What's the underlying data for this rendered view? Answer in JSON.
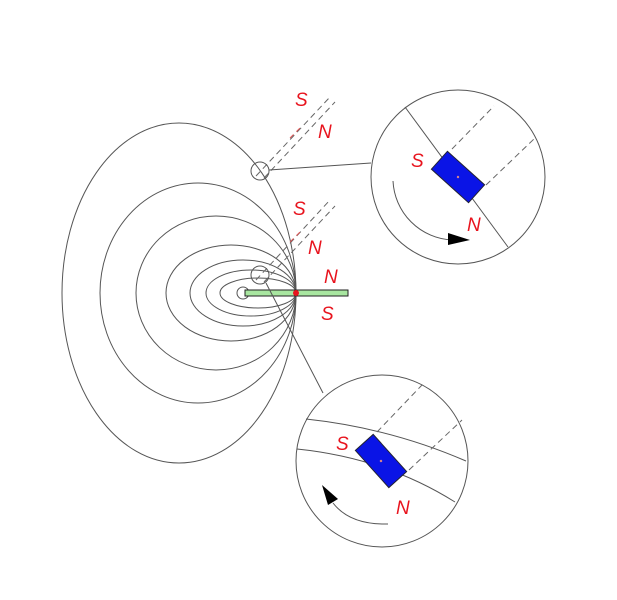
{
  "labels": {
    "upper_compass_s": "S",
    "upper_compass_n": "N",
    "middle_compass_s": "S",
    "middle_compass_n": "N",
    "bar_magnet_n": "N",
    "bar_magnet_s": "S",
    "magnifier_top_s": "S",
    "magnifier_top_n": "N",
    "magnifier_bottom_s": "S",
    "magnifier_bottom_n": "N"
  },
  "colors": {
    "label": "#e8141e",
    "needle": "#0a14e6",
    "magnet": "#a8e6a0",
    "field_line": "#555555"
  }
}
